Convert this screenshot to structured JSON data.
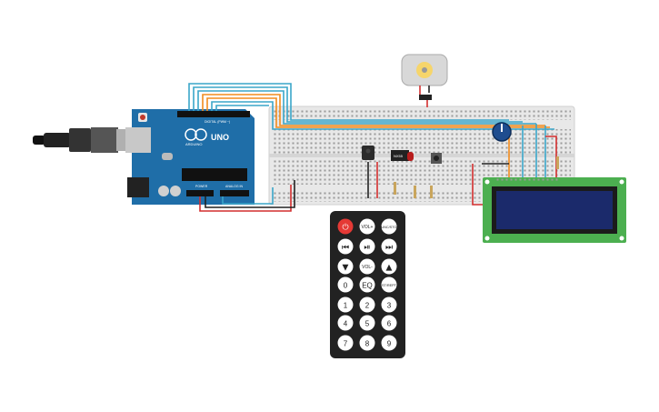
{
  "colors": {
    "arduino_board": "#1f6ea8",
    "breadboard": "#e8e8e8",
    "wire_orange": "#f28c1e",
    "wire_cyan": "#3aa6c9",
    "wire_red": "#d32f2f",
    "wire_black": "#222222",
    "lcd_board": "#4caf50",
    "lcd_screen": "#1b2a6b",
    "remote_body": "#222222",
    "power_button": "#e53935"
  },
  "arduino": {
    "logo_text": "UNO",
    "brand_text": "ARDUINO",
    "header_top_label": "DIGITAL (PWM ~)",
    "power_label": "POWER",
    "analog_label": "ANALOG IN"
  },
  "ic": {
    "label": "NX55"
  },
  "remote": {
    "buttons": [
      {
        "label": "",
        "icon": "power-icon"
      },
      {
        "label": "VOL+",
        "icon": ""
      },
      {
        "label": "FUNC/STOP",
        "icon": ""
      },
      {
        "label": "",
        "icon": "rewind-icon"
      },
      {
        "label": "",
        "icon": "play-pause-icon"
      },
      {
        "label": "",
        "icon": "fast-forward-icon"
      },
      {
        "label": "",
        "icon": "down-icon"
      },
      {
        "label": "VOL-",
        "icon": ""
      },
      {
        "label": "",
        "icon": "up-icon"
      },
      {
        "label": "0",
        "icon": ""
      },
      {
        "label": "EQ",
        "icon": ""
      },
      {
        "label": "ST/REPT",
        "icon": ""
      },
      {
        "label": "1",
        "icon": ""
      },
      {
        "label": "2",
        "icon": ""
      },
      {
        "label": "3",
        "icon": ""
      },
      {
        "label": "4",
        "icon": ""
      },
      {
        "label": "5",
        "icon": ""
      },
      {
        "label": "6",
        "icon": ""
      },
      {
        "label": "7",
        "icon": ""
      },
      {
        "label": "8",
        "icon": ""
      },
      {
        "label": "9",
        "icon": ""
      }
    ]
  }
}
